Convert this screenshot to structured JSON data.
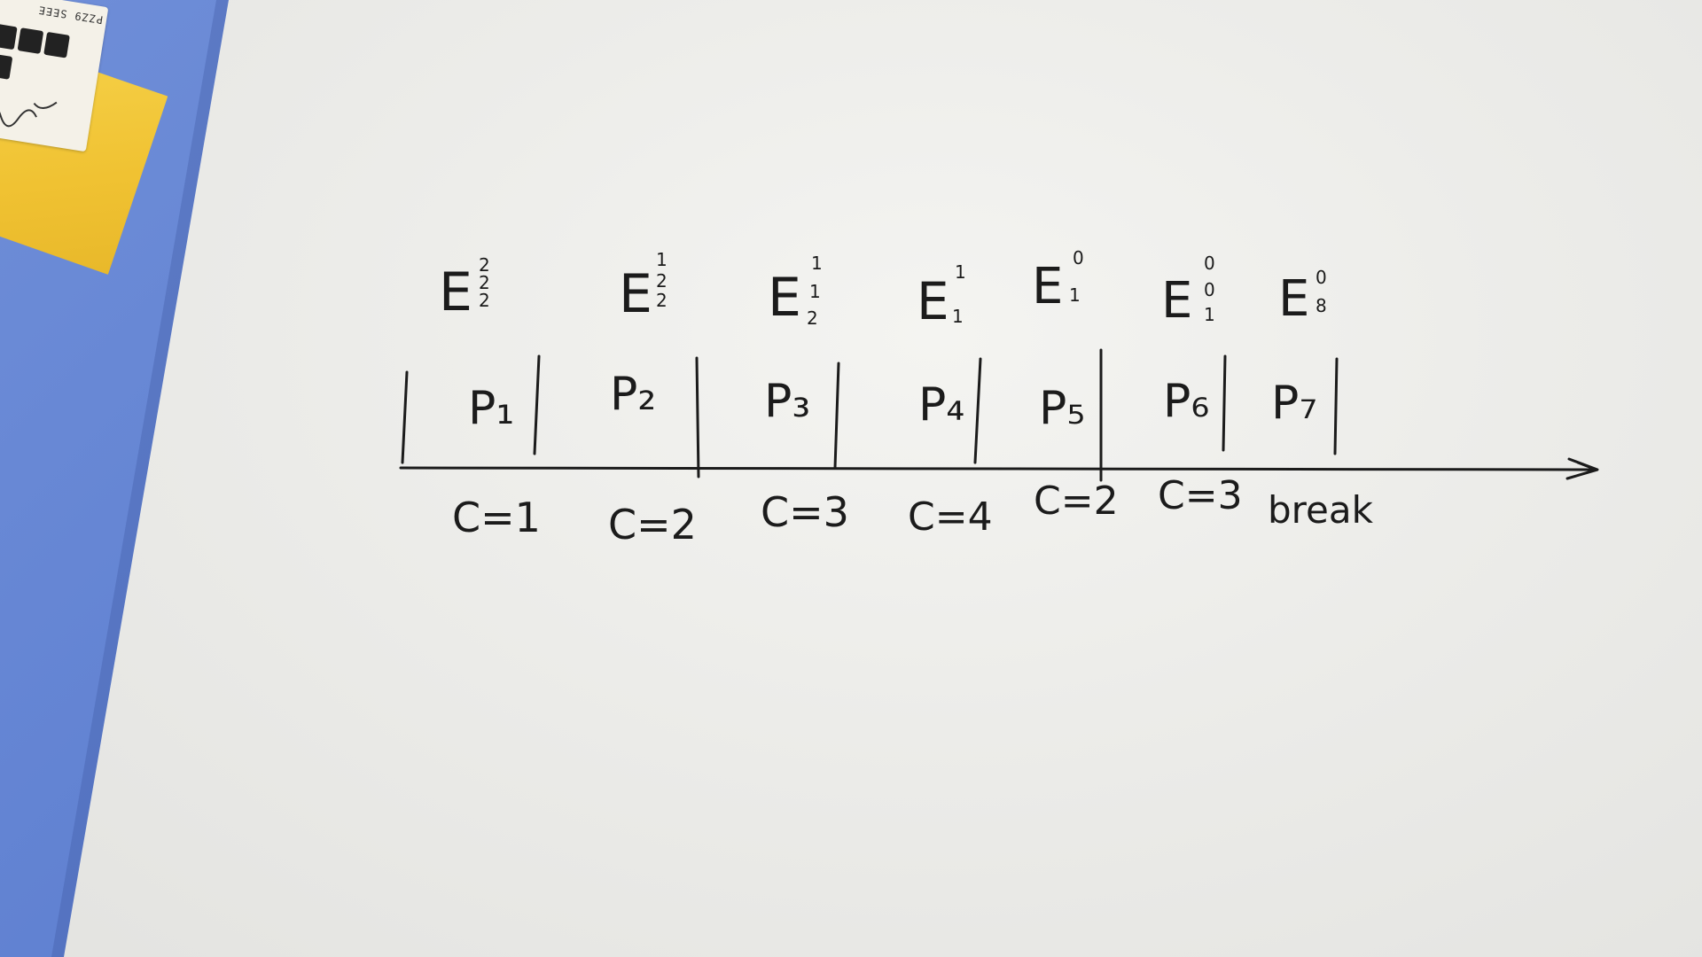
{
  "label_sticker": {
    "text": "PZZ9  SEEE"
  },
  "diagram": {
    "segments": [
      {
        "process": "P₁",
        "counts": [
          "2",
          "2",
          "2"
        ],
        "counter": "C=1"
      },
      {
        "process": "P₂",
        "counts": [
          "1",
          "2",
          "2"
        ],
        "counter": "C=2"
      },
      {
        "process": "P₃",
        "counts": [
          "1",
          "1",
          "2"
        ],
        "counter": "C=3"
      },
      {
        "process": "P₄",
        "counts": [
          "1",
          "1"
        ],
        "counter": "C=4"
      },
      {
        "process": "P₅",
        "counts": [
          "0",
          "1"
        ],
        "counter": "C=2"
      },
      {
        "process": "P₆",
        "counts": [
          "0",
          "0",
          "1"
        ],
        "counter": "C=3"
      },
      {
        "process": "P₇",
        "counts": [
          "0",
          "8"
        ],
        "counter": "break"
      }
    ],
    "row_letter": "E"
  },
  "colors": {
    "ink": "#1b1b1b",
    "paper": "#ececea",
    "desk": "#5a7ccf",
    "sticky": "#f0c232"
  }
}
